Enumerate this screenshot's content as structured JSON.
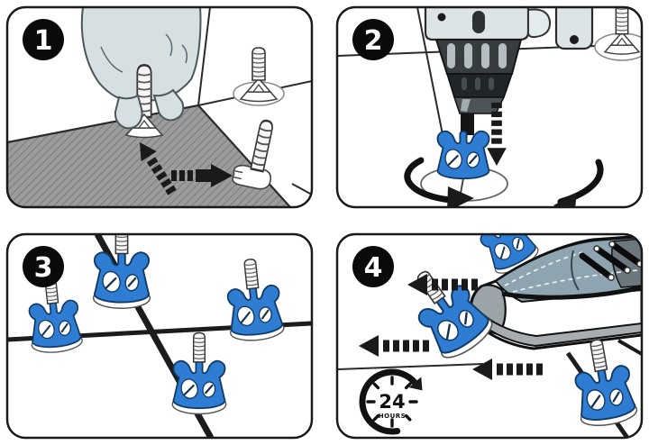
{
  "sheet": {
    "step_count": 4,
    "panels": [
      {
        "number": "1",
        "illustrations": [
          "hand-icon",
          "held-leveling-screw-icon",
          "standing-leveling-screw-icon",
          "hatched-tile-icon",
          "insert-arrow-icon",
          "slide-arrow-icon"
        ]
      },
      {
        "number": "2",
        "illustrations": [
          "drill-icon",
          "leveling-cap-icon",
          "rotation-arrow-icon",
          "press-down-arrow-icon",
          "standing-leveling-screw-icon"
        ]
      },
      {
        "number": "3",
        "illustrations": [
          "leveling-spacer-icon",
          "grout-lines"
        ]
      },
      {
        "number": "4",
        "illustrations": [
          "shoe-icon",
          "kick-arrow-icon",
          "leveling-spacer-icon",
          "24-hours-clock-icon"
        ]
      }
    ]
  },
  "clock_badge": {
    "value": "24",
    "unit": "HOURS"
  },
  "colors": {
    "paper_white": "#FFFFFF",
    "outline": "#1A1A1A",
    "spacer_blue": "#2E7DD2",
    "hand_gray": "#D6E0E3",
    "drill_light": "#DDE4E6",
    "drill_dark": "#33383B",
    "shoe_canvas": "#8EA4B1",
    "shoe_trim": "#A7ADB0",
    "tile_gray": "#9C9C9C",
    "tile_hatch_line": "#7A7A7A"
  }
}
